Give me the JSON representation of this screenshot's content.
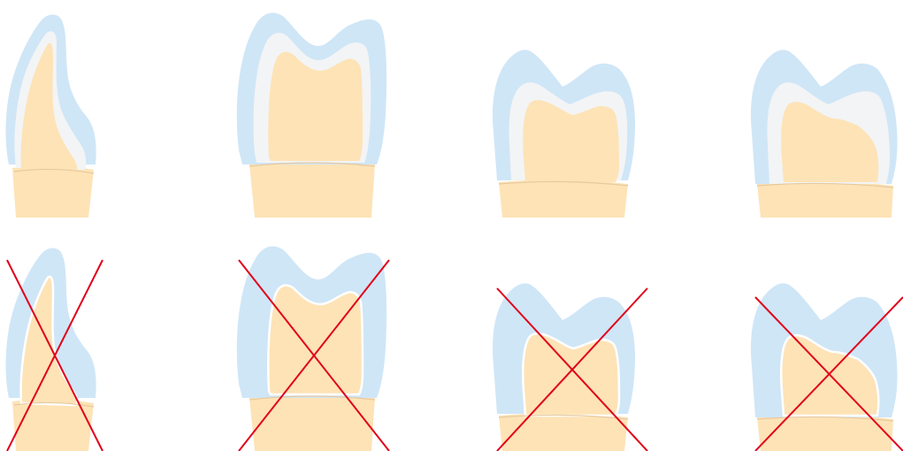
{
  "colors": {
    "background": "#ffffff",
    "crown": "#cfe6f7",
    "crown_inner": "#f3f4f5",
    "core": "#fde3b6",
    "core_outline": "#ffffff",
    "margin_line": "#e7c9a0",
    "cross": "#e1001a"
  },
  "rows": [
    {
      "name": "correct-row",
      "crossed": false,
      "items": [
        {
          "name": "anterior-tooth-correct",
          "kind": "anterior",
          "layer": true
        },
        {
          "name": "molar-tooth-correct",
          "kind": "molar",
          "layer": true
        },
        {
          "name": "premolar-tooth-correct",
          "kind": "premolar",
          "layer": true
        },
        {
          "name": "premolar-wide-tooth-correct",
          "kind": "premolar-wide",
          "layer": true
        }
      ]
    },
    {
      "name": "incorrect-row",
      "crossed": true,
      "items": [
        {
          "name": "anterior-tooth-incorrect",
          "kind": "anterior",
          "layer": false
        },
        {
          "name": "molar-tooth-incorrect",
          "kind": "molar",
          "layer": false
        },
        {
          "name": "premolar-tooth-incorrect",
          "kind": "premolar",
          "layer": false
        },
        {
          "name": "premolar-wide-tooth-incorrect",
          "kind": "premolar-wide",
          "layer": false
        }
      ]
    }
  ]
}
